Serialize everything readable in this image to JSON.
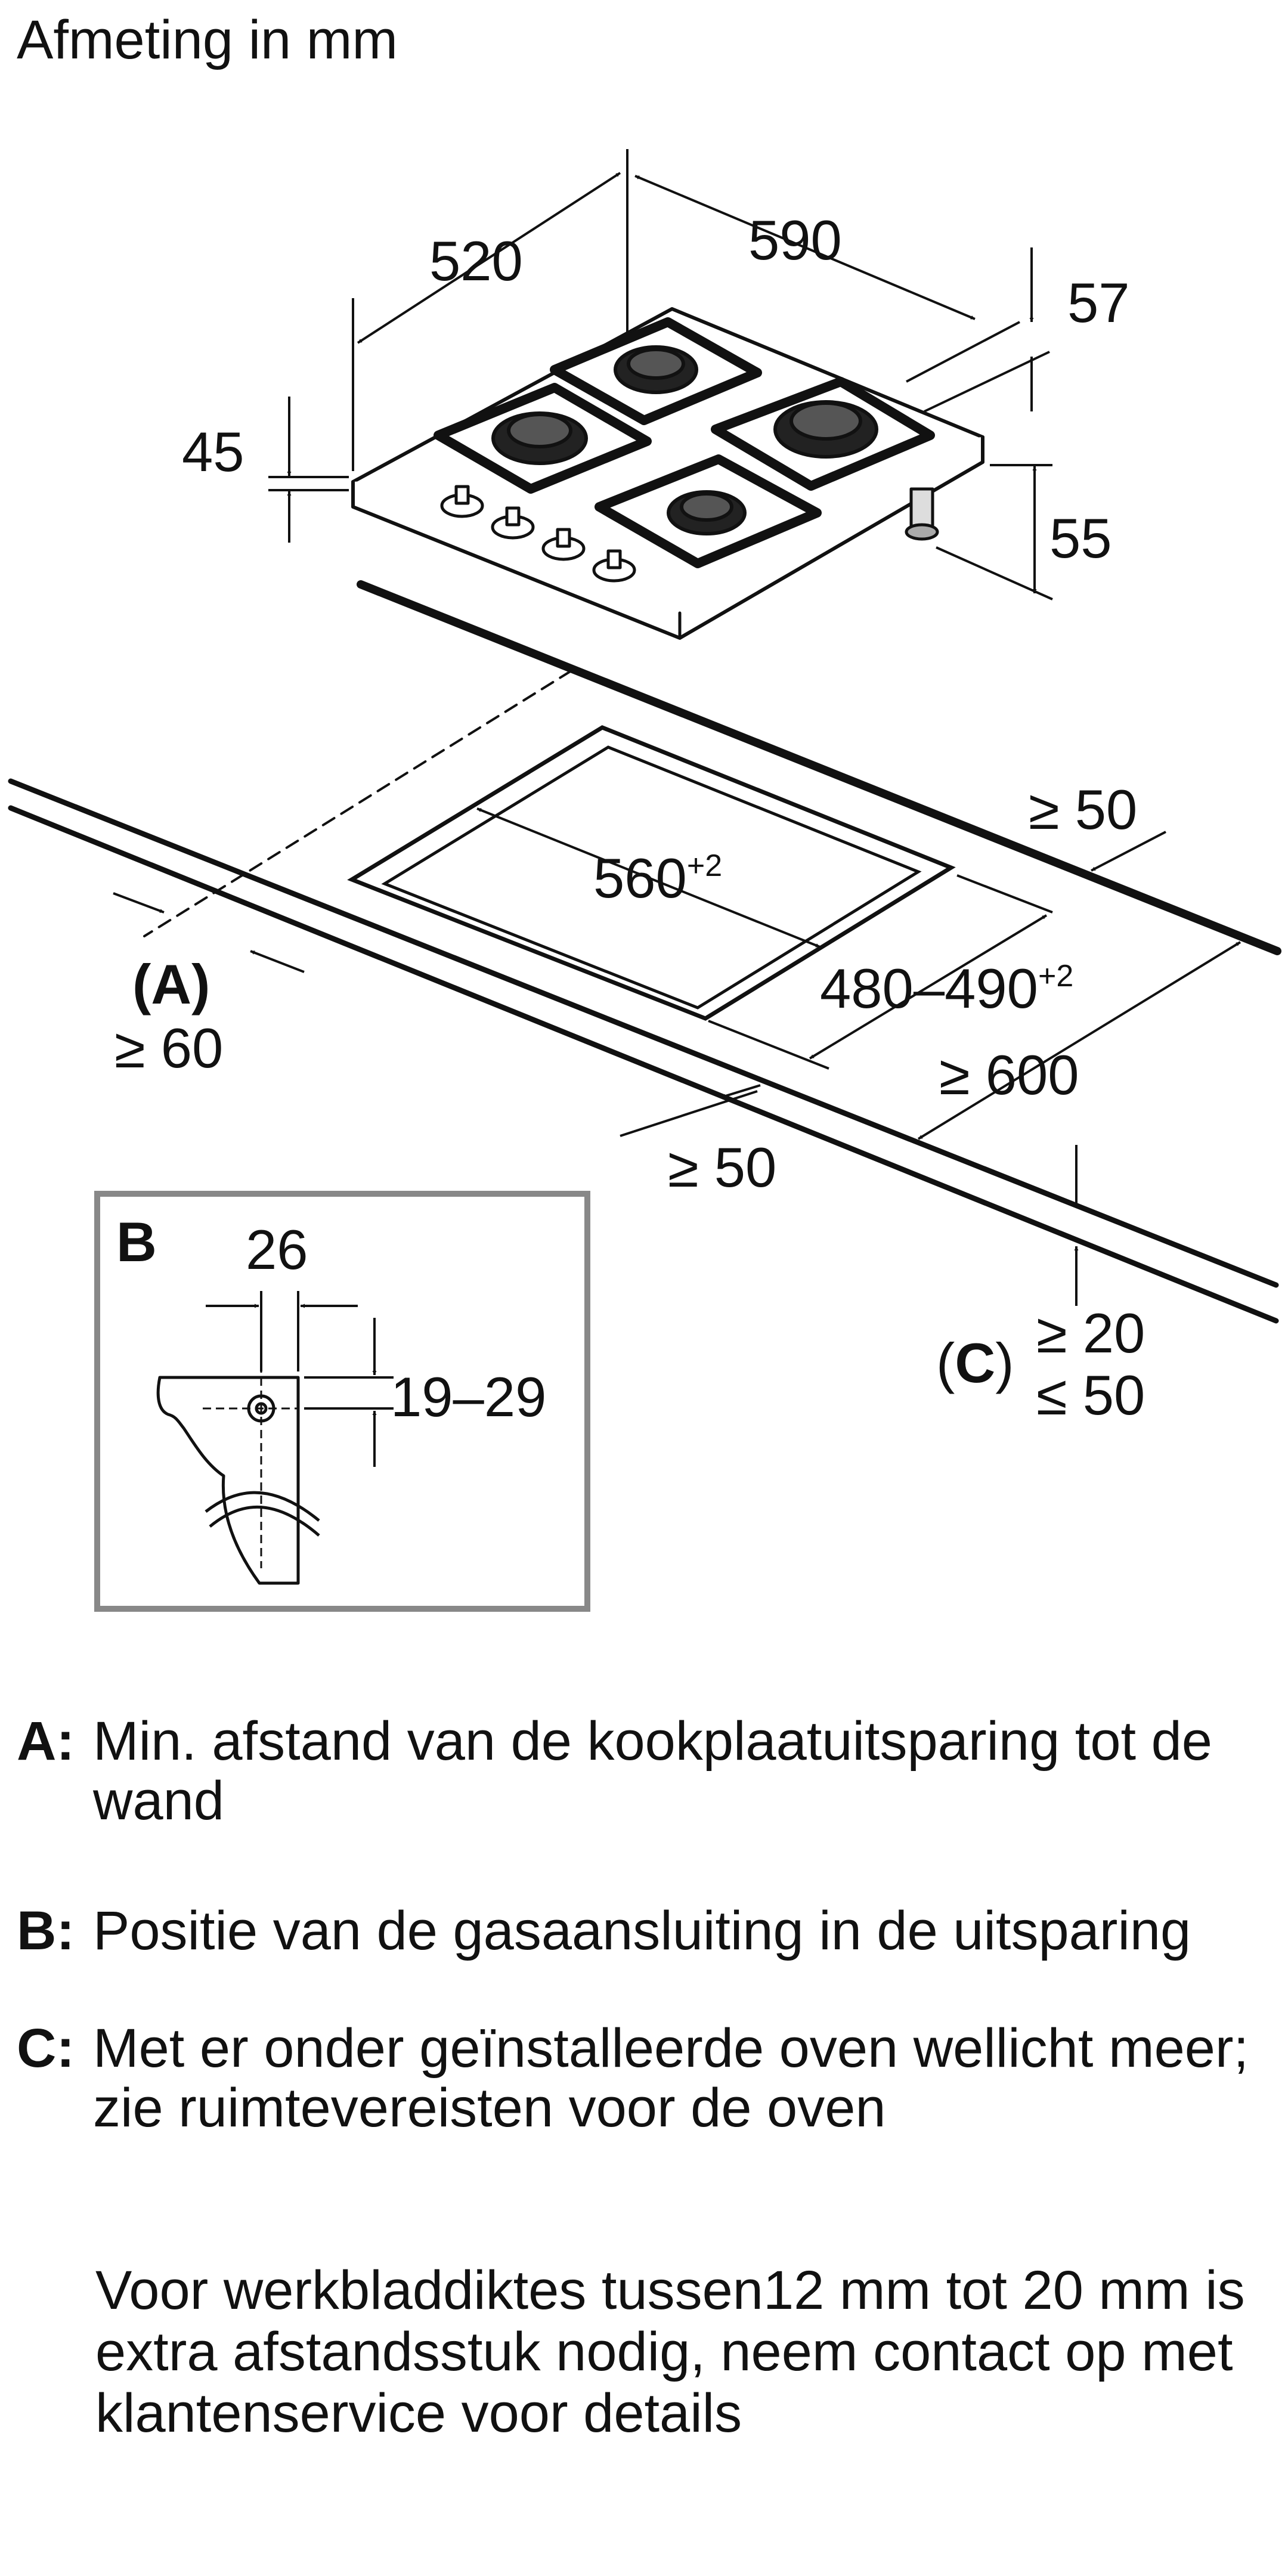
{
  "title": "Afmeting in mm",
  "dimensions": {
    "depth_hob": "520",
    "width_hob": "590",
    "frame_height": "57",
    "glass_thickness": "45",
    "leg_height": "55",
    "cutout_width": "560",
    "cutout_width_tol": "+2",
    "cutout_depth": "480–490",
    "cutout_depth_tol": "+2",
    "rear_clearance": "≥ 50",
    "front_clearance": "≥ 50",
    "worktop_depth": "≥ 600",
    "wall_label": "(A)",
    "wall_clearance": "≥ 60",
    "thickness_label_open": "(",
    "thickness_label_letter": "C",
    "thickness_label_close": ")",
    "thickness_min": "≥ 20",
    "thickness_max": "≤ 50"
  },
  "detail_b": {
    "label": "B",
    "offset": "26",
    "height": "19–29"
  },
  "legend": [
    {
      "key": "A:",
      "text": "Min. afstand van de kookplaatuitsparing tot de wand"
    },
    {
      "key": "B:",
      "text": "Positie van de gasaansluiting in de uitsparing"
    },
    {
      "key": "C:",
      "text": "Met er onder geïnstalleerde oven wellicht meer; zie ruimtevereisten voor de oven"
    }
  ],
  "note": "Voor werkbladdiktes tussen12 mm tot 20 mm is extra afstandsstuk nodig, neem contact op met klantenservice voor details"
}
